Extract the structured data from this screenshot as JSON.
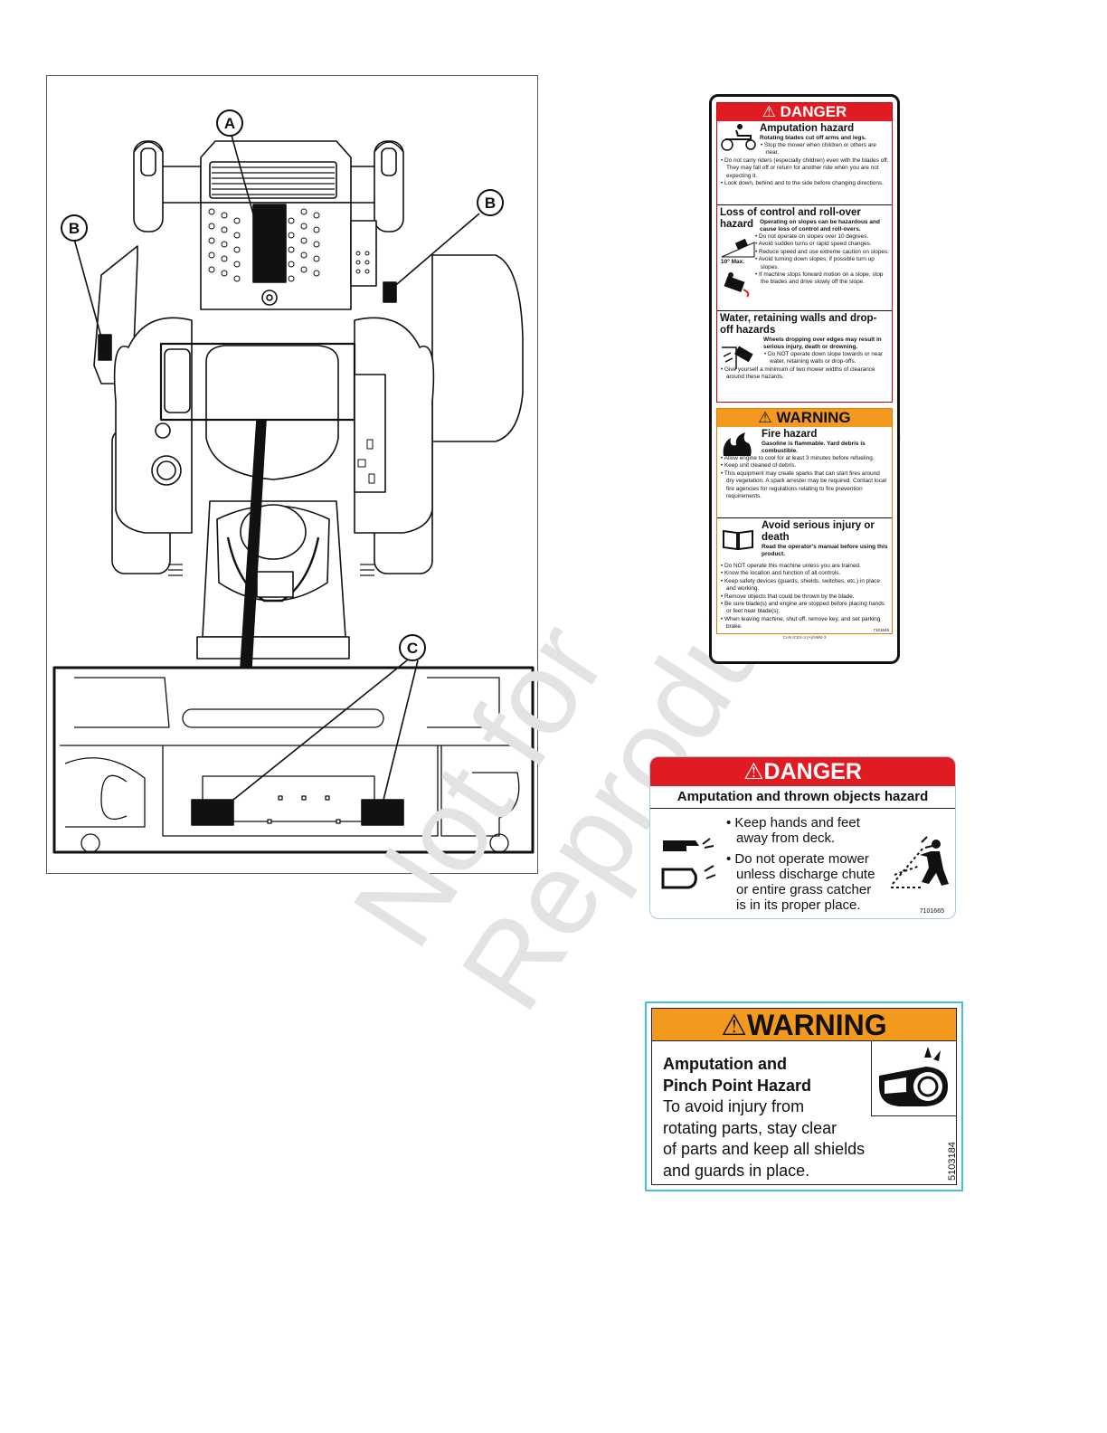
{
  "diagram": {
    "callouts": {
      "a": "A",
      "b": "B",
      "c": "C"
    }
  },
  "watermark": {
    "line1": "Not for",
    "line2": "Reproduction"
  },
  "decal1": {
    "danger_header": "DANGER",
    "s1_title": "Amputation hazard",
    "s1_sub": "Rotating blades cut off arms and legs.",
    "s1_items": [
      "Stop the mower when children or others are near.",
      "Do not carry riders (especially children) even with the blades off. They may fall off or return for another ride when you are not expecting it.",
      "Look down, behind and to the side before changing directions."
    ],
    "s2_title": "Loss of control and roll-over hazard",
    "s2_sub": "Operating on slopes can be hazardous and cause loss of control and roll-overs.",
    "s2_slope_label": "10° Max.",
    "s2_items": [
      "Do not operate on slopes over 10 degrees.",
      "Avoid sudden turns or rapid speed changes.",
      "Reduce speed and use extreme caution on slopes.",
      "Avoid turning down slopes; if possible turn up slopes.",
      "If machine stops forward motion on a slope, stop the blades and drive slowly off the slope."
    ],
    "s3_title": "Water, retaining walls and drop-off hazards",
    "s3_sub": "Wheels dropping over edges may result in serious injury, death or drowning.",
    "s3_items": [
      "Do NOT operate down slope towards or near water, retaining walls or drop-offs.",
      "Give yourself a minimum of two mower widths of clearance around these hazards."
    ],
    "warning_header": "WARNING",
    "s4_title": "Fire hazard",
    "s4_sub": "Gasoline is flammable. Yard debris is combustible.",
    "s4_items": [
      "Allow engine to cool for at least 3 minutes before refueling.",
      "Keep unit cleaned of debris.",
      "This equipment may create sparks that can start fires around dry vegetation. A spark arrester may be required. Contact local fire agencies for regulations relating to fire prevention requirements."
    ],
    "s5_title": "Avoid serious injury or death",
    "s5_sub": "Read the operator's manual before using this product.",
    "s5_items": [
      "Do NOT operate this machine unless you are trained.",
      "Know the location and function of all controls.",
      "Keep safety devices (guards, shields, switches, etc.) in place and working.",
      "Remove objects that could be thrown by the blade.",
      "Be sure blade(s) and engine are stopped before placing hands or feet near blade(s).",
      "When leaving machine, shut off, remove key, and set parking brake."
    ],
    "code": "7101646",
    "footer": "CAN ICES-3 (A)/NMB-3"
  },
  "decal2": {
    "header": "DANGER",
    "subheader": "Amputation and thrown objects hazard",
    "item1": [
      "Keep hands and feet",
      "away from deck."
    ],
    "item2": [
      "Do not operate mower",
      "unless discharge chute",
      "or entire grass catcher",
      "is in its proper place."
    ],
    "code": "7101665"
  },
  "decal3": {
    "header": "WARNING",
    "title": [
      "Amputation and",
      "Pinch Point Hazard"
    ],
    "body": [
      "To avoid injury from",
      "rotating parts, stay clear",
      "of parts and keep all shields",
      "and guards in place."
    ],
    "code": "5103184"
  },
  "colors": {
    "danger_red": "#e11b22",
    "warning_orange": "#f39a1e",
    "decal_border_blue": "#44c2d6"
  }
}
